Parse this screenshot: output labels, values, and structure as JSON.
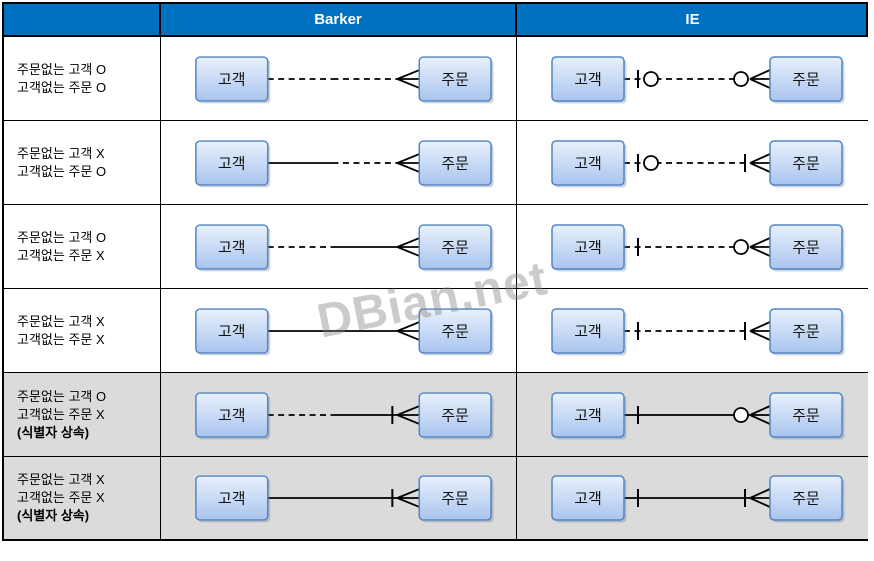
{
  "header": {
    "label": "",
    "barker": "Barker",
    "ie": "IE"
  },
  "entities": {
    "left": "고객",
    "right": "주문"
  },
  "watermark": "DBian.net",
  "colors": {
    "header_bg": "#0070C0",
    "header_text": "#FFFFFF",
    "shaded_row_bg": "#DBDBDB",
    "line_color": "#000000",
    "box_border": "#5385C2",
    "box_fill_top": "#E9F1FC",
    "box_fill_bottom": "#A9C4EE",
    "box_text": "#101010",
    "watermark_color": "rgba(130,130,130,0.42)"
  },
  "rows": [
    {
      "label_lines": [
        {
          "text": "주문없는 고객 O",
          "bold": false
        },
        {
          "text": "고객없는 주문 O",
          "bold": false
        }
      ],
      "shaded": false,
      "barker": {
        "left_half": "dashed",
        "right_half": "dashed",
        "identifying_bar": false,
        "end": "crowfoot"
      },
      "ie": {
        "line_style": "dashed",
        "near_left": [
          "bar",
          "circle"
        ],
        "near_right": [
          "circle",
          "crowfoot"
        ]
      }
    },
    {
      "label_lines": [
        {
          "text": "주문없는 고객 X",
          "bold": false
        },
        {
          "text": "고객없는 주문 O",
          "bold": false
        }
      ],
      "shaded": false,
      "barker": {
        "left_half": "solid",
        "right_half": "dashed",
        "identifying_bar": false,
        "end": "crowfoot"
      },
      "ie": {
        "line_style": "dashed",
        "near_left": [
          "bar",
          "circle"
        ],
        "near_right": [
          "bar",
          "crowfoot"
        ]
      }
    },
    {
      "label_lines": [
        {
          "text": "주문없는 고객 O",
          "bold": false
        },
        {
          "text": "고객없는 주문 X",
          "bold": false
        }
      ],
      "shaded": false,
      "barker": {
        "left_half": "dashed",
        "right_half": "solid",
        "identifying_bar": false,
        "end": "crowfoot"
      },
      "ie": {
        "line_style": "dashed",
        "near_left": [
          "bar"
        ],
        "near_right": [
          "circle",
          "crowfoot"
        ]
      }
    },
    {
      "label_lines": [
        {
          "text": "주문없는 고객 X",
          "bold": false
        },
        {
          "text": "고객없는 주문 X",
          "bold": false
        }
      ],
      "shaded": false,
      "barker": {
        "left_half": "solid",
        "right_half": "solid",
        "identifying_bar": false,
        "end": "crowfoot"
      },
      "ie": {
        "line_style": "dashed",
        "near_left": [
          "bar"
        ],
        "near_right": [
          "bar",
          "crowfoot"
        ]
      }
    },
    {
      "label_lines": [
        {
          "text": "주문없는 고객 O",
          "bold": false
        },
        {
          "text": "고객없는 주문 X",
          "bold": false
        },
        {
          "text": "(식별자 상속)",
          "bold": true
        }
      ],
      "shaded": true,
      "barker": {
        "left_half": "dashed",
        "right_half": "solid",
        "identifying_bar": true,
        "end": "crowfoot"
      },
      "ie": {
        "line_style": "solid",
        "near_left": [
          "bar"
        ],
        "near_right": [
          "circle",
          "crowfoot"
        ]
      }
    },
    {
      "label_lines": [
        {
          "text": "주문없는 고객 X",
          "bold": false
        },
        {
          "text": "고객없는 주문 X",
          "bold": false
        },
        {
          "text": "(식별자 상속)",
          "bold": true
        }
      ],
      "shaded": true,
      "barker": {
        "left_half": "solid",
        "right_half": "solid",
        "identifying_bar": true,
        "end": "crowfoot"
      },
      "ie": {
        "line_style": "solid",
        "near_left": [
          "bar"
        ],
        "near_right": [
          "bar",
          "crowfoot"
        ]
      }
    }
  ]
}
